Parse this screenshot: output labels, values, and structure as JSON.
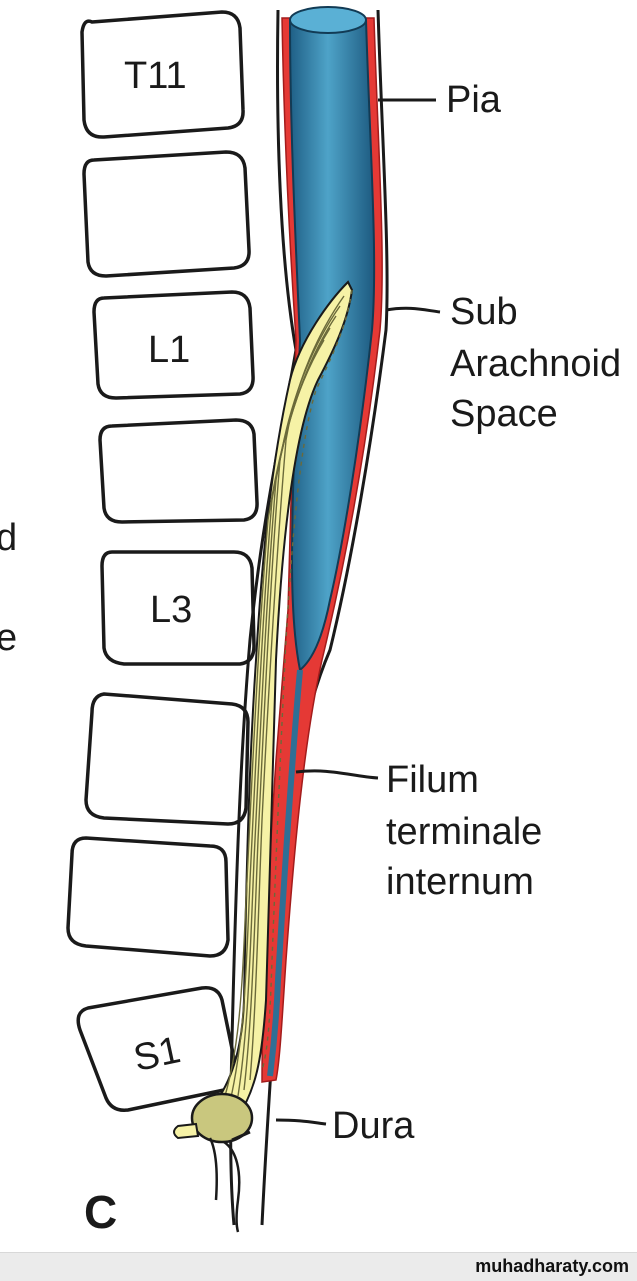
{
  "vertebrae": {
    "t11": "T11",
    "l1": "L1",
    "l3": "L3",
    "s1": "S1"
  },
  "labels": {
    "pia": "Pia",
    "subarachnoid_line1": "Sub",
    "subarachnoid_line2": "Arachnoid",
    "subarachnoid_line3": "Space",
    "filum_line1": "Filum",
    "filum_line2": "terminale",
    "filum_line3": "internum",
    "dura": "Dura",
    "panel": "C"
  },
  "cropped_left_text": {
    "line1": "d",
    "line2": "e"
  },
  "watermark": "muhadharaty.com",
  "colors": {
    "spinal_cord": "#3e8fb5",
    "pia_layer": "#e53935",
    "cauda_equina": "#f6f2a6",
    "ganglion": "#c9c77e",
    "outline": "#1a1a1a"
  }
}
